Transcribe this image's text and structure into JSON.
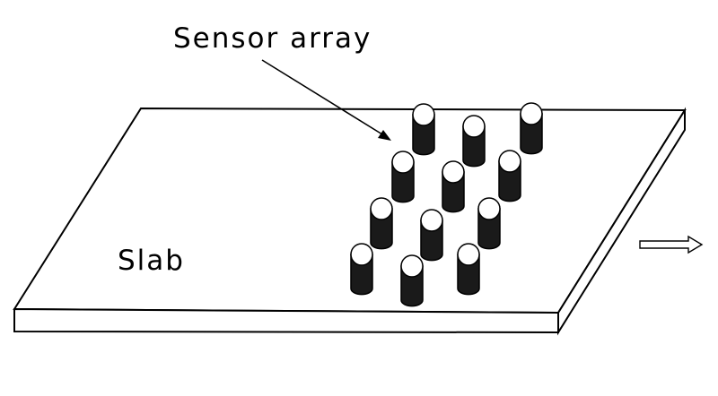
{
  "labels": {
    "sensor_array": "Sensor array",
    "slab": "Slab"
  },
  "sensor_array": {
    "rows": 4,
    "columns": 3,
    "count": 12
  },
  "motion_direction": "right",
  "colors": {
    "stroke": "#000000",
    "background": "#ffffff",
    "sensor_body": "#1a1a1a",
    "sensor_top": "#ffffff"
  }
}
